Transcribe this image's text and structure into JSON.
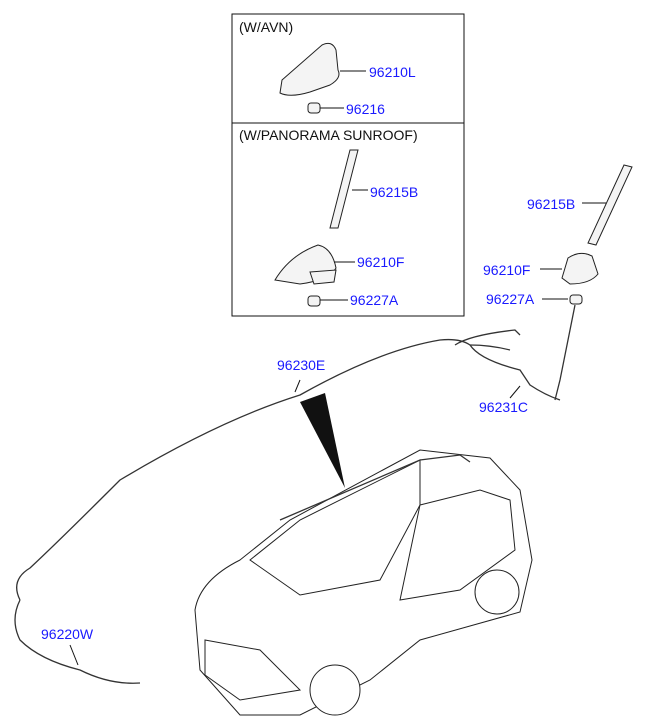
{
  "variants": {
    "avn": {
      "header": "(W/AVN)",
      "parts": [
        "96210L",
        "96216"
      ]
    },
    "panorama": {
      "header": "(W/PANORAMA SUNROOF)",
      "parts": [
        "96215B",
        "96210F",
        "96227A"
      ]
    }
  },
  "main_parts": {
    "antenna_rod": "96215B",
    "antenna_base": "96210F",
    "grommet": "96227A",
    "roof_feeder_cable": "96230E",
    "antenna_cable": "96231C",
    "extension_cable": "96220W"
  },
  "colors": {
    "label": "#1a1aff",
    "line": "#111111"
  }
}
